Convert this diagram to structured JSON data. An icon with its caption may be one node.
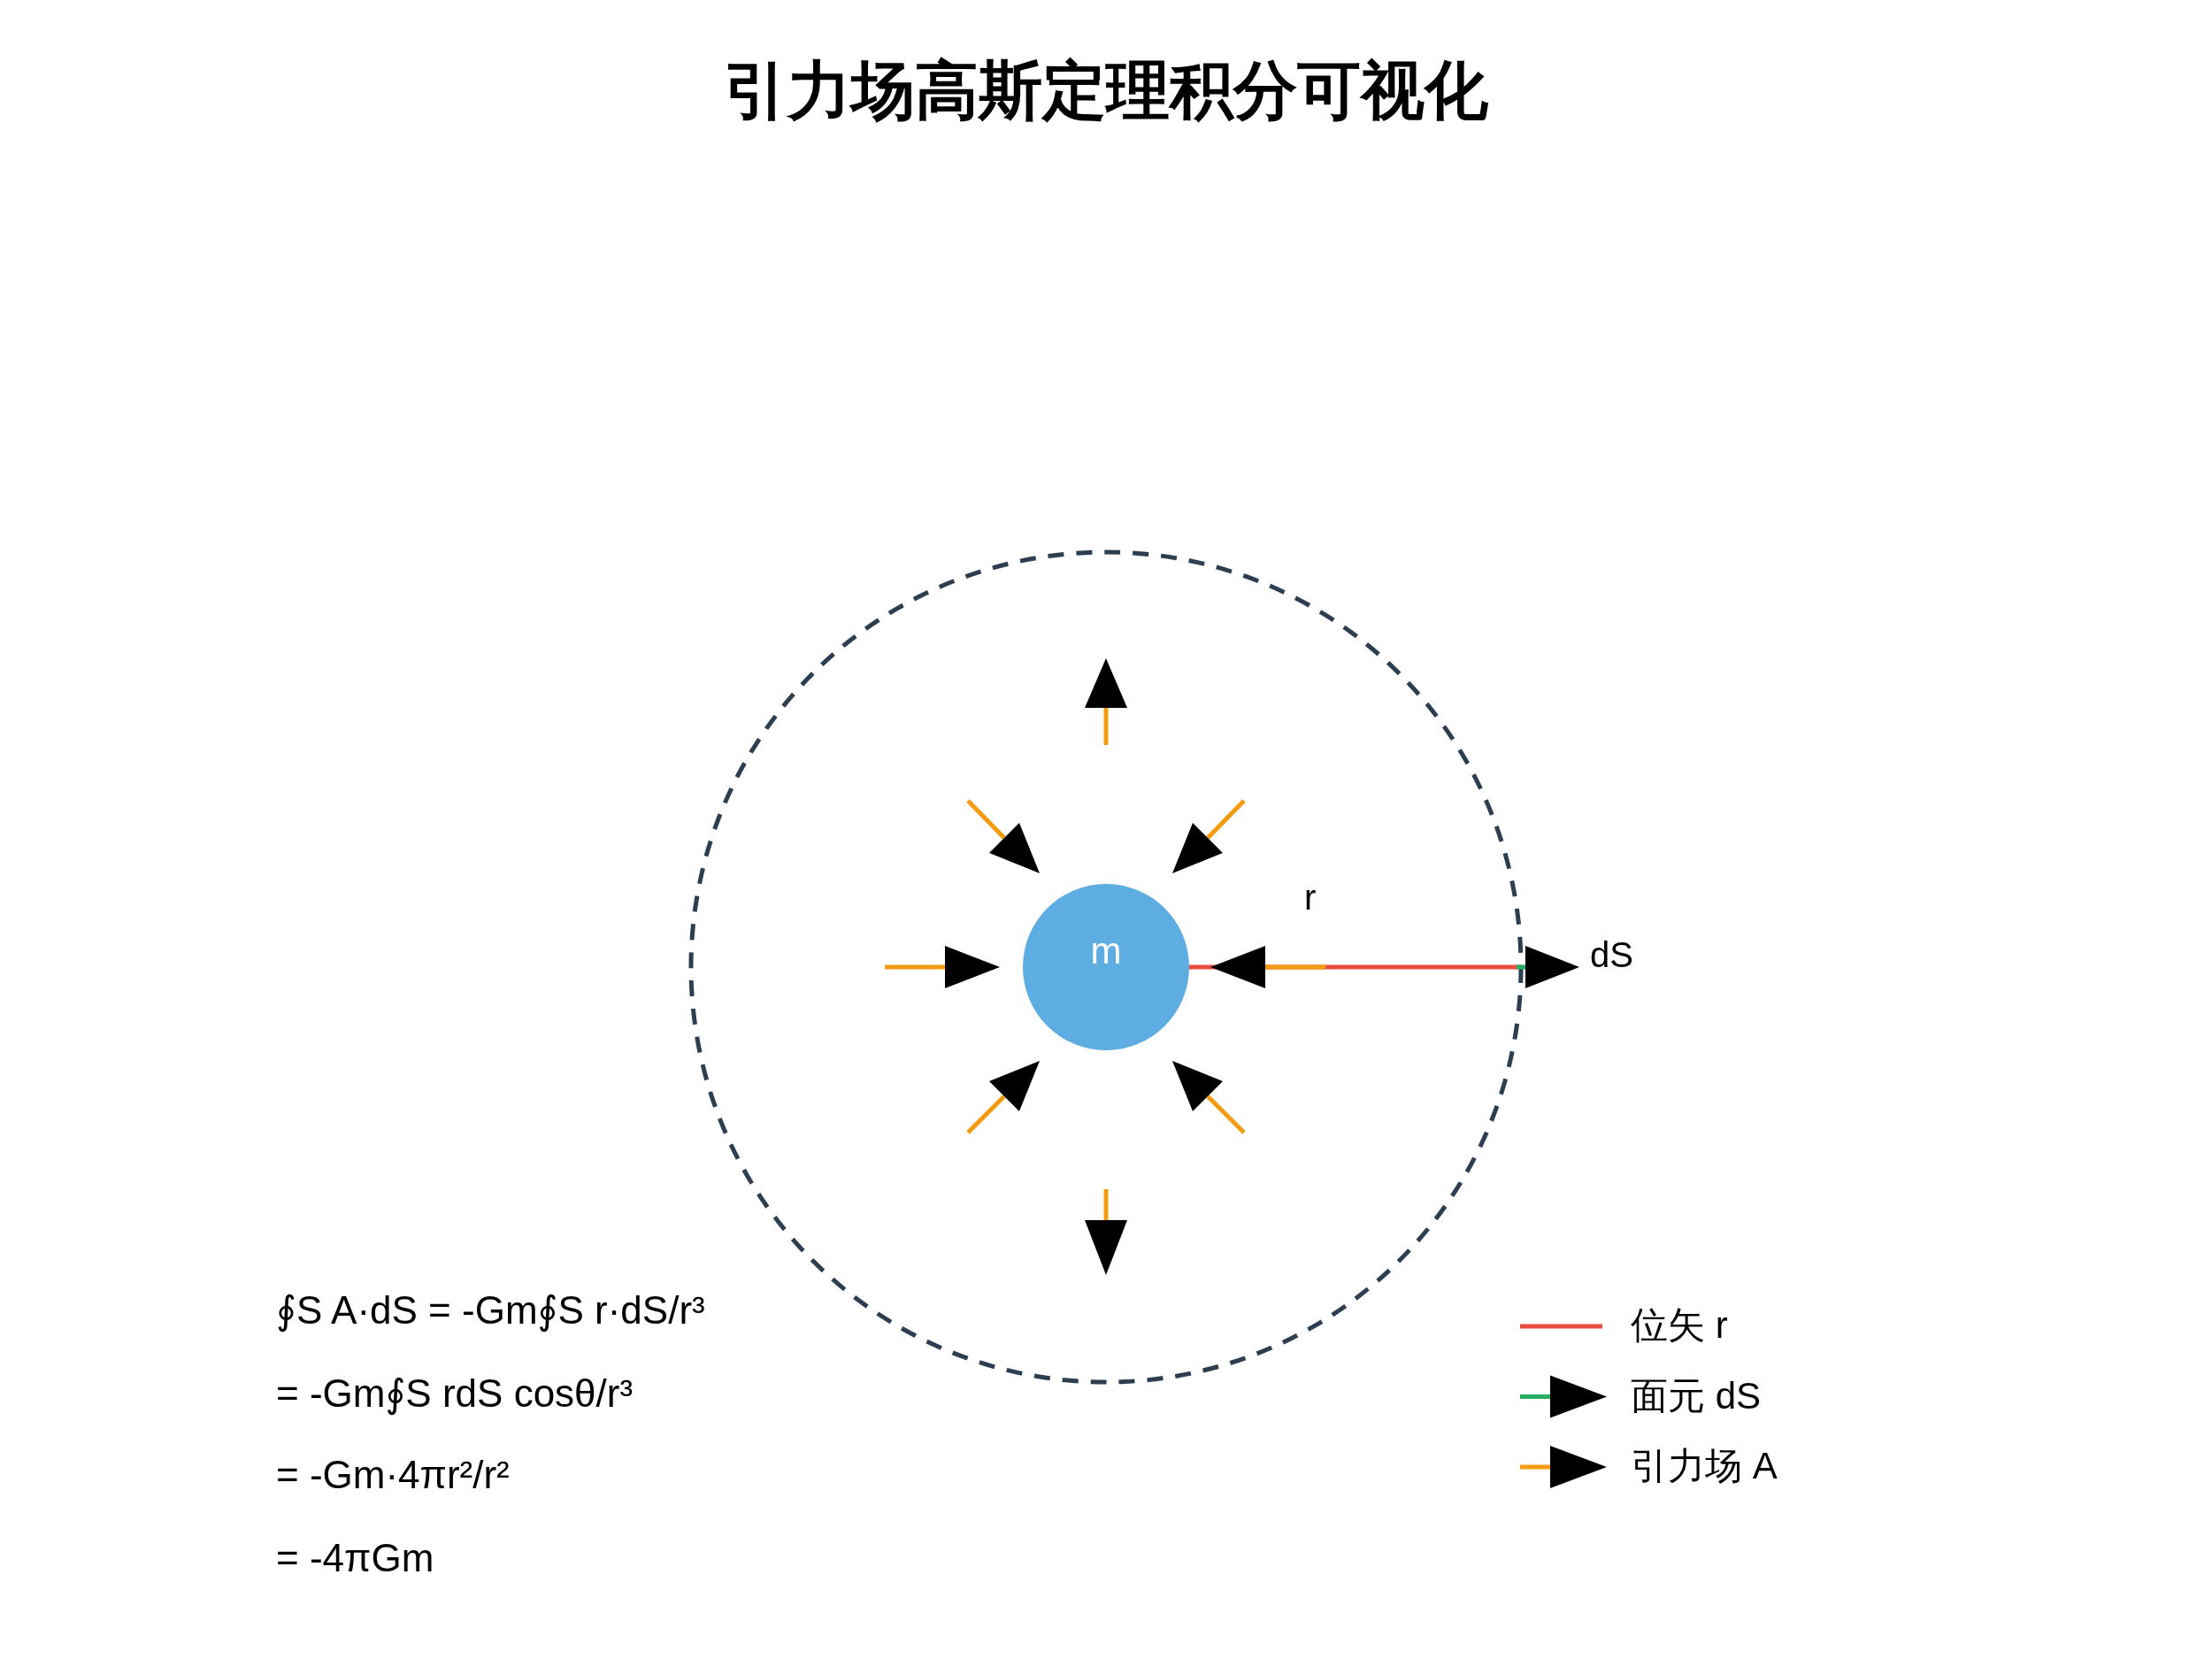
{
  "diagram": {
    "title": "引力场高斯定理积分可视化",
    "nodes": [
      {
        "text": [
          "m"
        ]
      }
    ],
    "labels": [
      "r",
      "dS",
      "∮S A·dS = -Gm∮S r·dS/r³",
      "= -Gm∮S rdS cosθ/r³",
      "= -Gm·4πr²/r²",
      "= -4πGm"
    ],
    "legend": [
      {
        "text": "位矢 r"
      },
      {
        "text": "面元 dS"
      },
      {
        "text": "引力场 A"
      }
    ]
  }
}
